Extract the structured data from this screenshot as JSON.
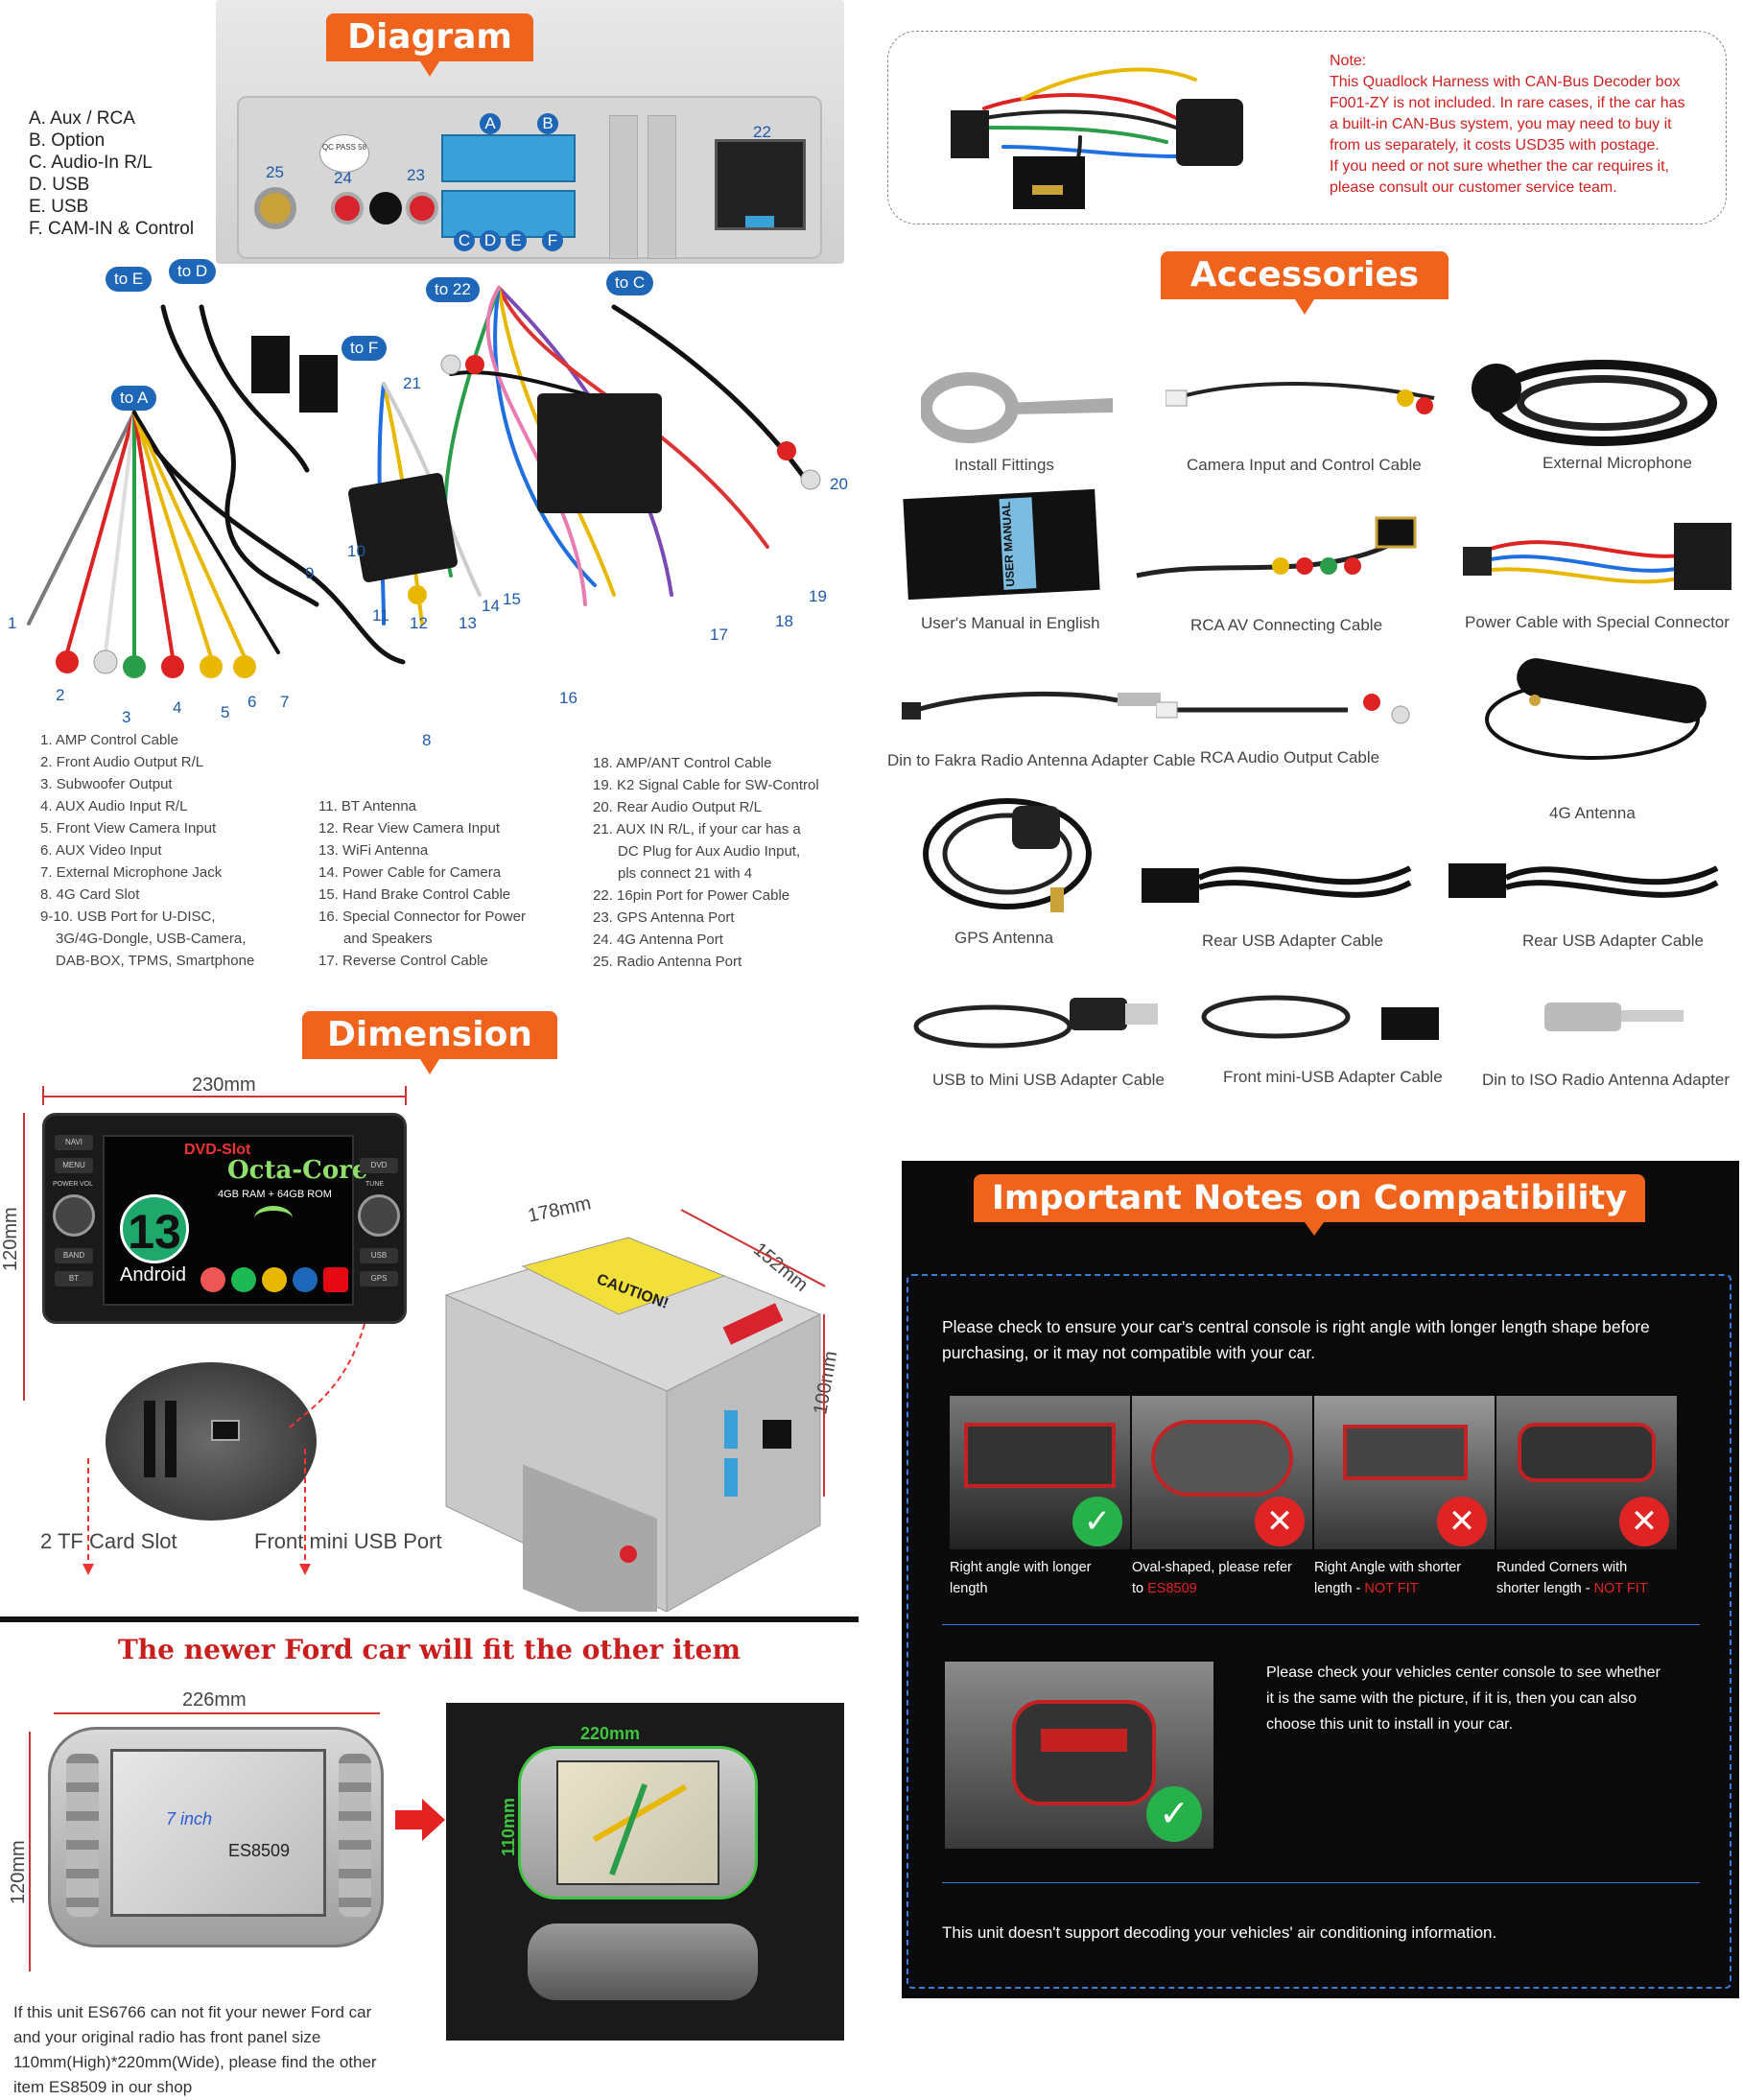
{
  "diagram": {
    "banner": "Diagram",
    "legend": [
      "A. Aux / RCA",
      "B. Option",
      "C. Audio-In R/L",
      "D. USB",
      "E. USB",
      "F. CAM-IN & Control"
    ],
    "port_labels": {
      "A": "A",
      "B": "B",
      "C": "C",
      "D": "D",
      "E": "E",
      "F": "F",
      "p22": "22",
      "p23": "23",
      "p24": "24",
      "p25": "25",
      "qc": "QC PASS 58"
    },
    "bubbles": {
      "to_E": "to E",
      "to_D": "to D",
      "to_22": "to 22",
      "to_C": "to C",
      "to_F": "to F",
      "to_A": "to A"
    },
    "cable_numbers": [
      "1",
      "2",
      "3",
      "4",
      "5",
      "6",
      "7",
      "8",
      "9",
      "10",
      "11",
      "12",
      "13",
      "14",
      "15",
      "16",
      "17",
      "18",
      "19",
      "20",
      "21"
    ],
    "parts_col1": [
      "1. AMP Control Cable",
      "2. Front Audio Output R/L",
      "3. Subwoofer Output",
      "4. AUX Audio Input R/L",
      "5. Front View Camera Input",
      "6. AUX Video Input",
      "7. External Microphone Jack",
      "8. 4G Card Slot",
      "9-10. USB Port for U-DISC,",
      "3G/4G-Dongle, USB-Camera,",
      "DAB-BOX, TPMS, Smartphone"
    ],
    "parts_col2": [
      "11. BT Antenna",
      "12. Rear View Camera Input",
      "13. WiFi Antenna",
      "14. Power Cable for Camera",
      "15. Hand Brake Control Cable",
      "16. Special Connector for Power",
      "and Speakers",
      "17. Reverse Control Cable"
    ],
    "parts_col3": [
      "18. AMP/ANT Control Cable",
      "19. K2 Signal Cable for SW-Control",
      "20. Rear Audio Output R/L",
      "21. AUX IN R/L, if your car has a",
      "DC Plug for Aux Audio Input,",
      "pls connect 21 with 4",
      "22. 16pin Port for Power Cable",
      "23. GPS Antenna Port",
      "24. 4G Antenna Port",
      "25. Radio Antenna Port"
    ]
  },
  "note": {
    "title": "Note:",
    "lines": [
      "This Quadlock Harness with CAN-Bus Decoder box",
      "F001-ZY is not included. In rare cases, if the car has",
      "a built-in CAN-Bus system, you may need to buy it",
      "from us separately, it costs USD35 with postage.",
      "If you need or not sure whether the car requires it,",
      "please consult our customer service team."
    ]
  },
  "accessories": {
    "banner": "Accessories",
    "items": [
      "Install Fittings",
      "Camera Input and Control Cable",
      "External Microphone",
      "User's Manual in English",
      "RCA AV Connecting Cable",
      "Power Cable with Special Connector",
      "Din to Fakra Radio Antenna Adapter Cable",
      "RCA Audio Output Cable",
      "4G Antenna",
      "GPS Antenna",
      "Rear USB Adapter Cable",
      "Rear USB Adapter Cable",
      "USB to Mini USB Adapter Cable",
      "Front mini-USB Adapter Cable",
      "Din to ISO Radio Antenna Adapter"
    ],
    "manual_spine": "USER MANUAL"
  },
  "dimension": {
    "banner": "Dimension",
    "width": "230mm",
    "height": "120mm",
    "depth_w": "178mm",
    "depth_d": "152mm",
    "depth_h": "100mm",
    "screen": {
      "dvd": "DVD-Slot",
      "octa": "Octa-Core",
      "ram": "4GB RAM + 64GB ROM",
      "version": "13",
      "os": "Android"
    },
    "buttons_left": [
      "NAVI",
      "MENU",
      "POWER",
      "VOL",
      "BAND",
      "BT"
    ],
    "buttons_right": [
      "DVD",
      "TUNE",
      "USB",
      "GPS"
    ],
    "caution": "CAUTION!",
    "tf_slot": "2 TF Card Slot",
    "usb_port": "Front mini USB Port"
  },
  "ford": {
    "heading": "The newer Ford car will fit the other item",
    "width": "226mm",
    "height": "120mm",
    "screen_size": "7 inch",
    "model": "ES8509",
    "car_width": "220mm",
    "car_height": "110mm",
    "note": [
      "If this unit ES6766 can not fit your newer Ford car",
      "and your original radio has front panel size",
      "110mm(High)*220mm(Wide), please find the other",
      "item ES8509 in our shop"
    ]
  },
  "compat": {
    "banner": "Important Notes on Compatibility",
    "intro": [
      "Please check to ensure your car's central console is right angle with longer length shape before",
      "purchasing, or it may not compatible with your car."
    ],
    "items": [
      {
        "l1": "Right angle with longer",
        "l2": "length",
        "red": ""
      },
      {
        "l1": "Oval-shaped, please refer",
        "l2": "to ",
        "red": "ES8509"
      },
      {
        "l1": "Right Angle with shorter",
        "l2": "length - ",
        "red": "NOT FIT"
      },
      {
        "l1": "Runded Corners with",
        "l2": "shorter length - ",
        "red": "NOT FIT"
      }
    ],
    "check_text": [
      "Please check your vehicles center console to see whether",
      "it is the same with the picture, if it is, then you can also",
      "choose this unit to install in your car."
    ],
    "footer": "This unit doesn't support decoding your vehicles' air conditioning information.",
    "colors": {
      "ok": "#27b14a",
      "bad": "#e02424",
      "accent": "#f0631d"
    }
  }
}
